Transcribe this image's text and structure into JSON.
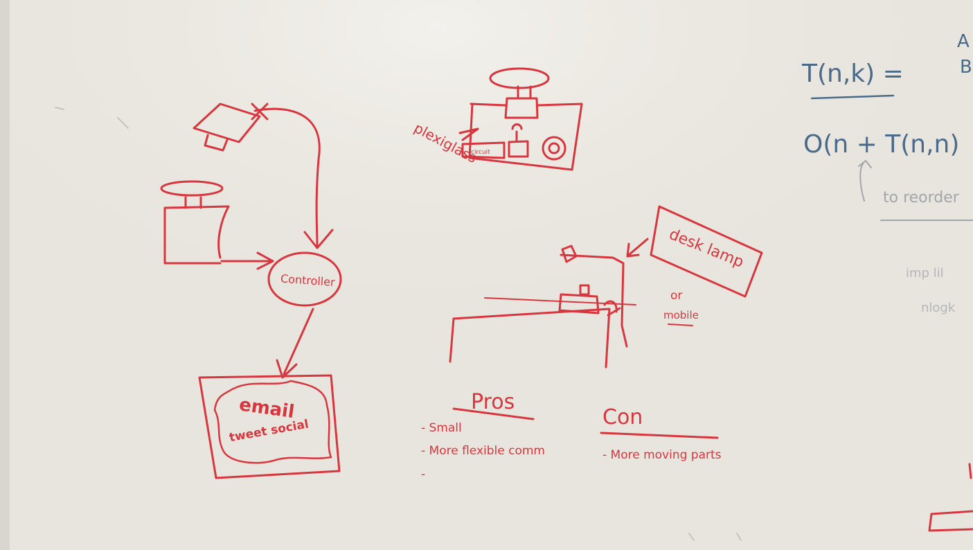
{
  "colors": {
    "board": "#ece9e2",
    "red_marker": "#d8363e",
    "blue_marker": "#4a6a8a",
    "faint_marker": "#a2a6ac"
  },
  "left_diagram": {
    "controller_label": "Controller",
    "output_line_1": "email",
    "output_line_2": "tweet social"
  },
  "top_sketch": {
    "side_label": "plexiglass",
    "box_label": "circuit"
  },
  "lamp_sketch": {
    "callout_label": "desk lamp",
    "alt_label_1": "or",
    "alt_label_2": "mobile"
  },
  "pros": {
    "heading": "Pros",
    "items": [
      "- Small",
      "- More flexible comm",
      "-"
    ]
  },
  "cons": {
    "heading": "Con",
    "items": [
      "- More moving parts"
    ]
  },
  "math": {
    "recurrence_lhs": "T(n,k) =",
    "recurrence_term": "O(n + T(n,n)",
    "note": "to reorder",
    "faint_line_1": "imp lil",
    "faint_line_2": "nlogk",
    "cases": [
      "A",
      "B"
    ]
  }
}
